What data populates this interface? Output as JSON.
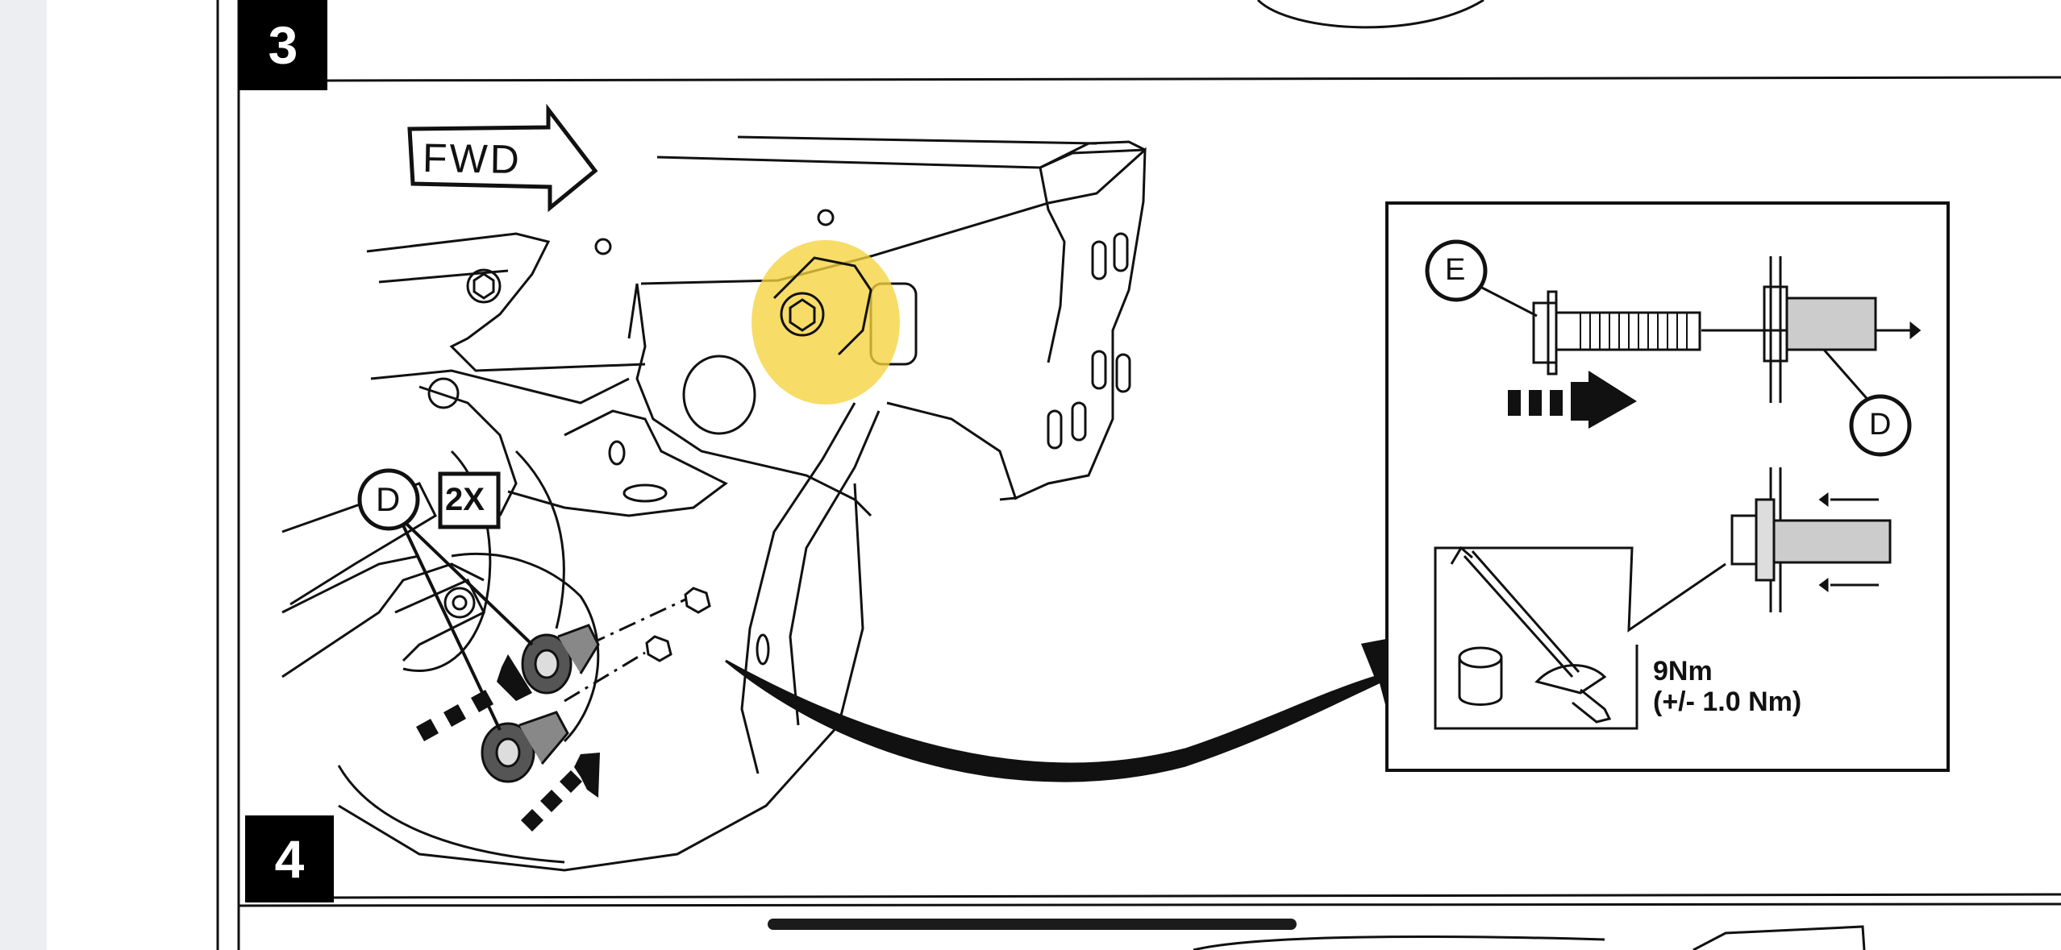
{
  "steps": {
    "step3": "3",
    "step4": "4"
  },
  "diagram": {
    "direction_label": "FWD",
    "callout_d": "D",
    "quantity": "2X",
    "callout_e": "E",
    "callout_d_detail": "D",
    "torque_value": "9Nm",
    "torque_tolerance": "(+/- 1.0 Nm)"
  },
  "colors": {
    "highlight": "#f5d23c",
    "ink": "#111111",
    "badge": "#000000"
  }
}
